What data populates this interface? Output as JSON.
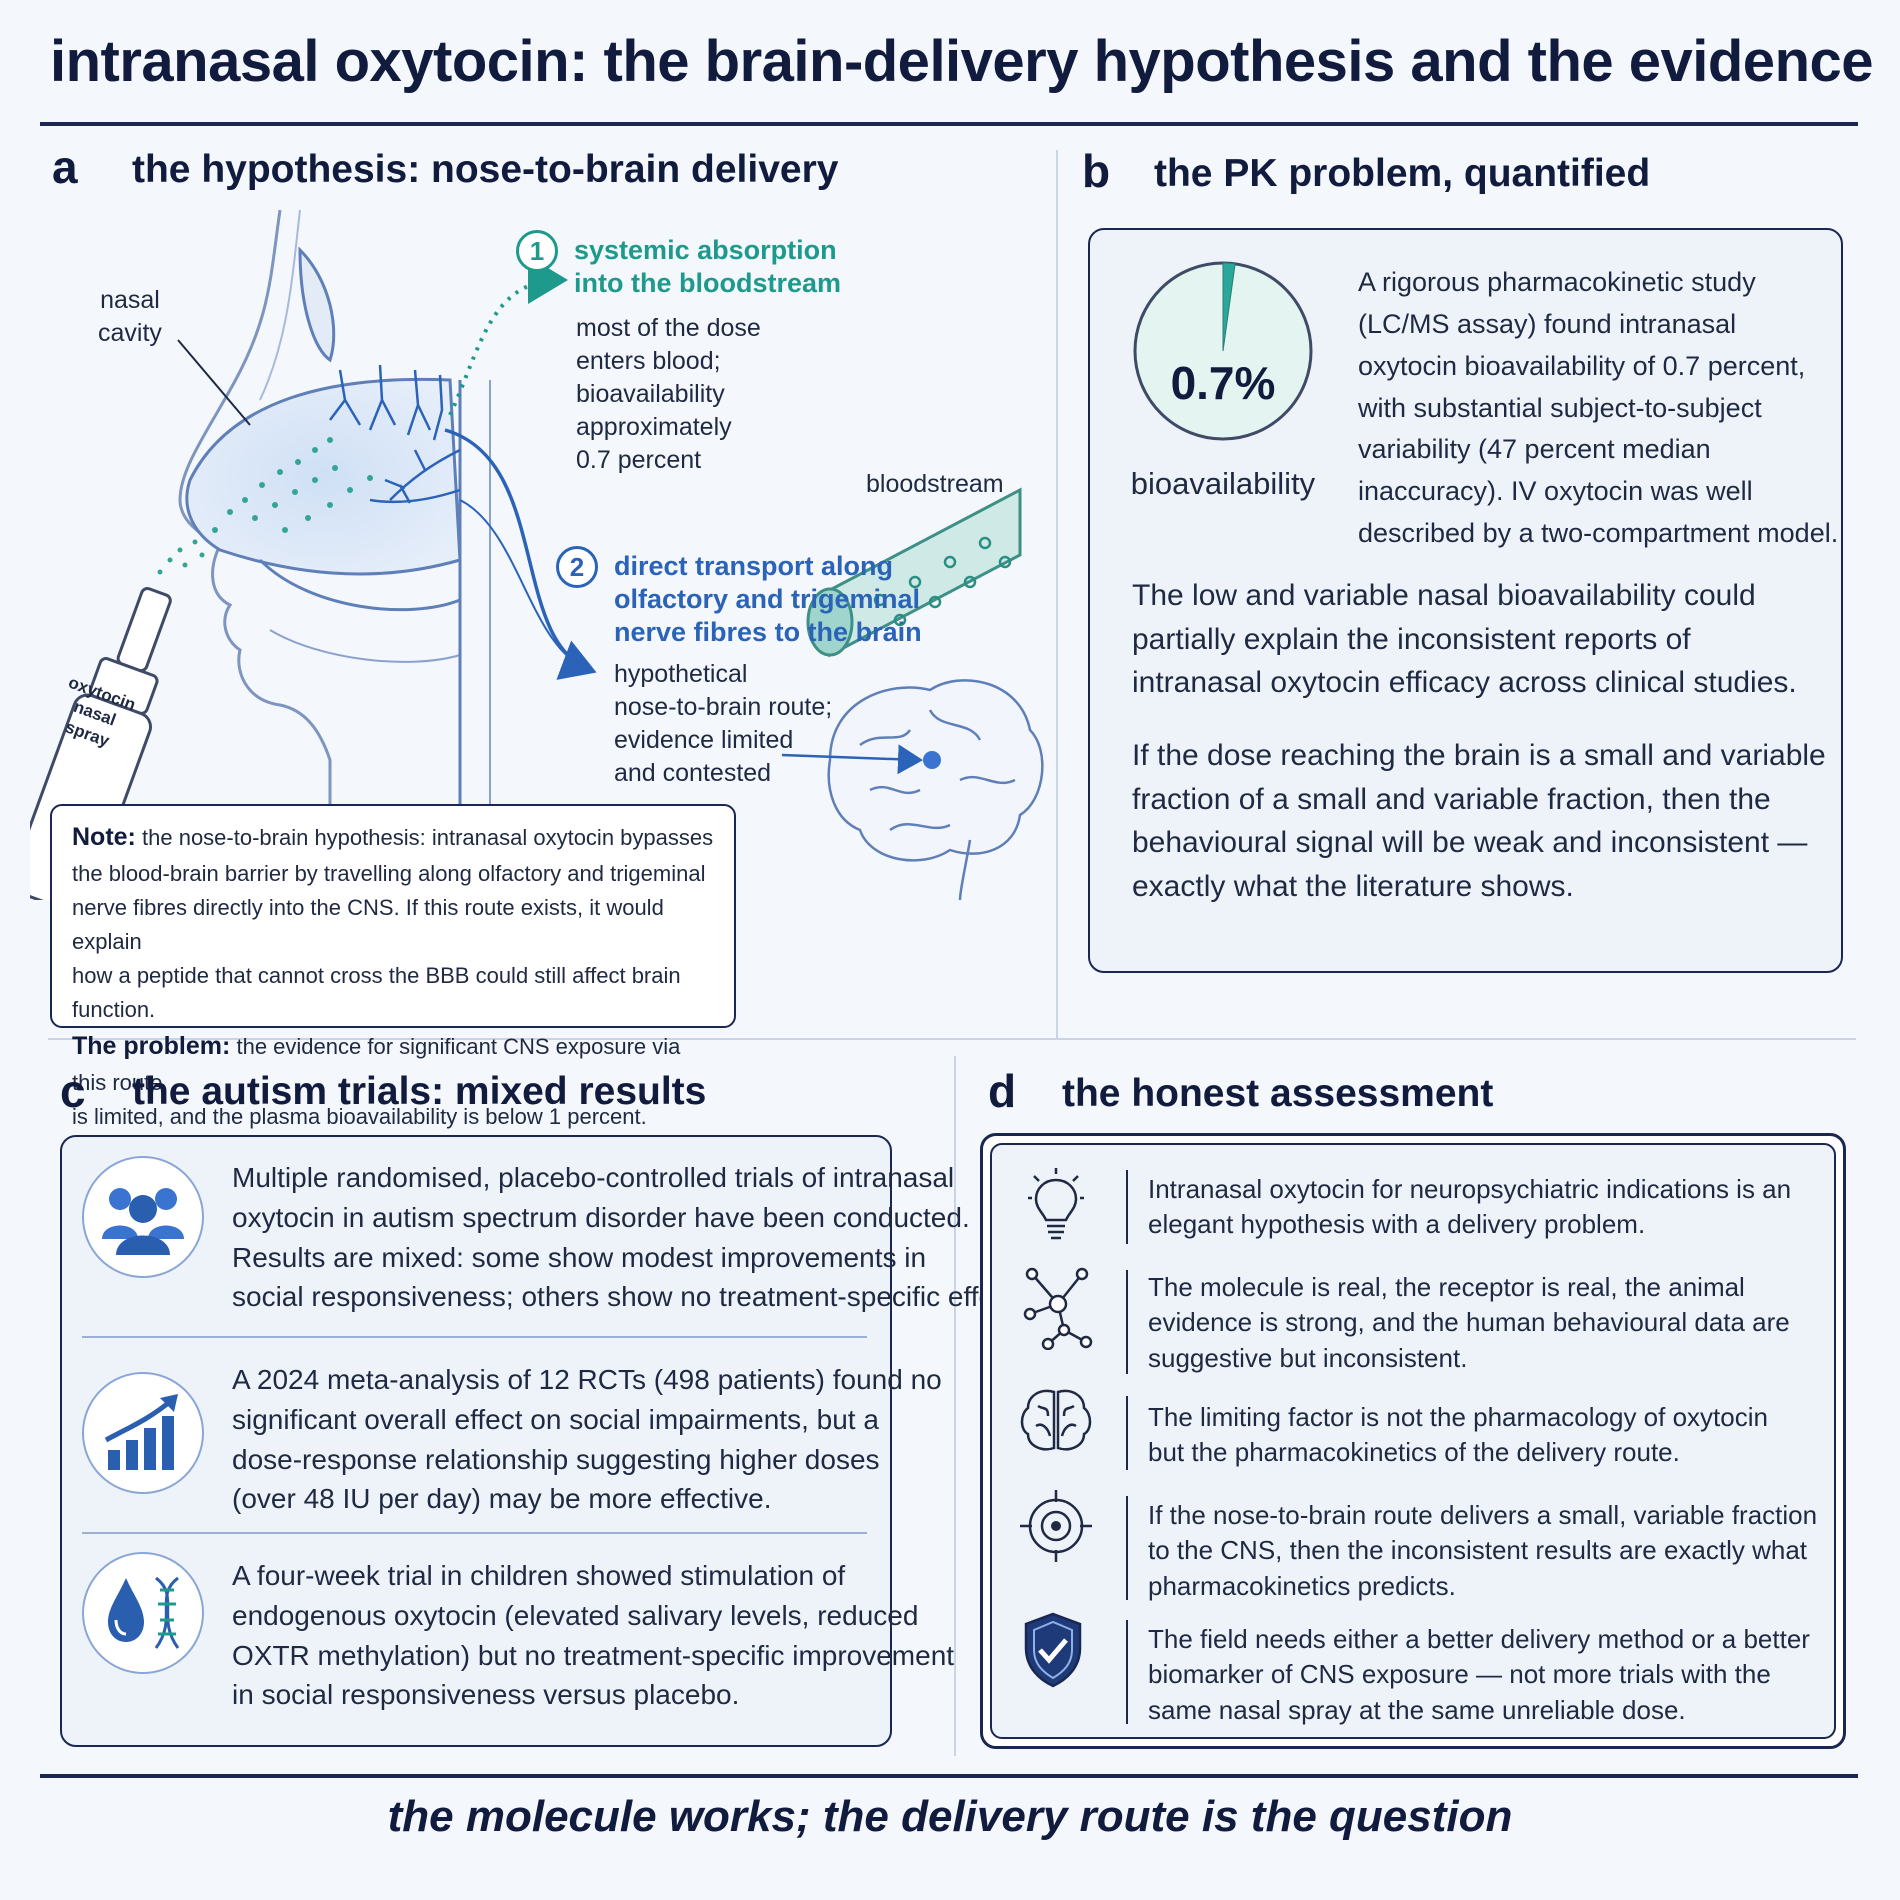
{
  "title": "intranasal oxytocin: the brain-delivery hypothesis and the evidence",
  "panel_a": {
    "letter": "a",
    "title": "the hypothesis: nose-to-brain delivery",
    "nasal_cavity_label": [
      "nasal",
      "cavity"
    ],
    "bottle_label": [
      "oxytocin",
      "nasal spray"
    ],
    "step1": {
      "number": "1",
      "title": [
        "systemic absorption",
        "into the bloodstream"
      ],
      "text": [
        "most of the dose",
        "enters blood;",
        "bioavailability",
        "approximately",
        "0.7 percent"
      ]
    },
    "bloodstream_label": "bloodstream",
    "step2": {
      "number": "2",
      "title": [
        "direct transport along",
        "olfactory and trigeminal",
        "nerve fibres to the brain"
      ],
      "text": [
        "hypothetical",
        "nose-to-brain route;",
        "evidence limited",
        "and contested"
      ]
    },
    "note_label": "Note:",
    "note_lines": [
      "the nose-to-brain hypothesis: intranasal oxytocin bypasses",
      "the blood-brain barrier by travelling along olfactory and trigeminal",
      "nerve fibres directly into the CNS. If this route exists, it would explain",
      "how a peptide that cannot cross the BBB could still affect brain function."
    ],
    "problem_label": "The problem:",
    "problem_lines": [
      "the evidence for significant CNS exposure via this route",
      "is limited, and the plasma bioavailability is below 1 percent."
    ]
  },
  "panel_b": {
    "letter": "b",
    "title": "the PK problem, quantified",
    "pie_value_label": "0.7%",
    "pie_caption": "bioavailability",
    "bioavailability_percent": 0.7,
    "study_lines": [
      "A rigorous pharmacokinetic study",
      "(LC/MS assay) found intranasal",
      "oxytocin bioavailability of 0.7 percent,",
      "with substantial subject-to-subject",
      "variability (47 percent median",
      "inaccuracy). IV oxytocin was well",
      "described by a two-compartment model."
    ],
    "para1_lines": [
      "The low and variable nasal bioavailability could",
      "partially explain the inconsistent reports of",
      "intranasal oxytocin efficacy across clinical studies."
    ],
    "para2_lines": [
      "If the dose reaching the brain is a small and variable",
      "fraction of a small and variable fraction, then the",
      "behavioural signal will be weak and inconsistent —",
      "exactly what the literature shows."
    ],
    "colors": {
      "pie_fill": "#e3f4f1",
      "pie_slice": "#2aa79b",
      "pie_border": "#3e4a66"
    }
  },
  "panel_c": {
    "letter": "c",
    "title": "the autism trials: mixed results",
    "trials": [
      {
        "icon": "people-group-icon",
        "lines": [
          "Multiple randomised, placebo-controlled trials of intranasal",
          "oxytocin in autism spectrum disorder have been conducted.",
          "Results are mixed: some show modest improvements in",
          "social responsiveness; others show no treatment-specific effect."
        ]
      },
      {
        "icon": "bar-chart-trend-icon",
        "lines": [
          "A 2024 meta-analysis of 12 RCTs (498 patients) found no",
          "significant overall effect on social impairments, but a",
          "dose-response relationship suggesting higher doses",
          "(over 48 IU per day) may be more effective."
        ]
      },
      {
        "icon": "drop-dna-icon",
        "lines": [
          "A four-week trial in children showed stimulation of",
          "endogenous oxytocin (elevated salivary levels, reduced",
          "OXTR methylation) but no treatment-specific improvement",
          "in social responsiveness versus placebo."
        ]
      }
    ]
  },
  "panel_d": {
    "letter": "d",
    "title": "the honest assessment",
    "items": [
      {
        "icon": "lightbulb-icon",
        "lines": [
          "Intranasal oxytocin for neuropsychiatric indications is an",
          "elegant hypothesis with a delivery problem."
        ]
      },
      {
        "icon": "molecule-icon",
        "lines": [
          "The molecule is real, the receptor is real, the animal",
          "evidence is strong, and the human behavioural data are",
          "suggestive but inconsistent."
        ]
      },
      {
        "icon": "brain-icon",
        "lines": [
          "The limiting factor is not the pharmacology of oxytocin",
          "but the pharmacokinetics of the delivery route."
        ]
      },
      {
        "icon": "target-icon",
        "lines": [
          "If the nose-to-brain route delivers a small, variable fraction",
          "to the CNS, then the inconsistent results are exactly what",
          "pharmacokinetics predicts."
        ]
      },
      {
        "icon": "shield-check-icon",
        "lines": [
          "The field needs either a better delivery method or a better",
          "biomarker of CNS exposure — not more trials with the",
          "same nasal spray at the same unreliable dose."
        ]
      }
    ]
  },
  "closing": "the molecule works; the delivery route is the question",
  "colors": {
    "navy": "#111b3d",
    "teal": "#1e9a8c",
    "blue": "#2a63b8",
    "accent_blue": "#3a74d0"
  }
}
